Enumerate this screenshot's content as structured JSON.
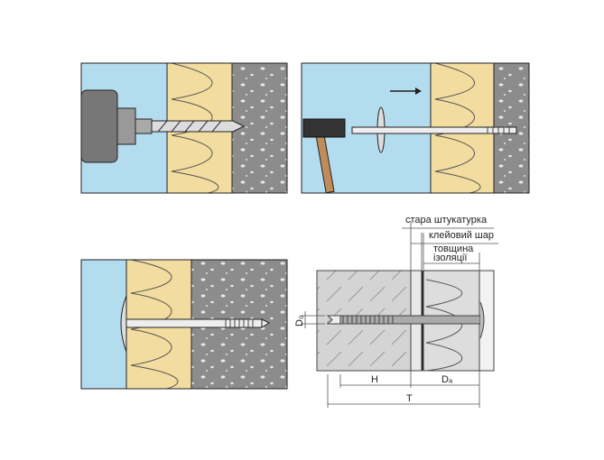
{
  "labels": {
    "old_plaster": "стара штукатурка",
    "adhesive_layer": "клейовий шар",
    "insulation_thickness_1": "товщина",
    "insulation_thickness_2": "ізоляції",
    "H": "H",
    "Da": "Dₐ",
    "T": "T",
    "D0": "D₀"
  },
  "colors": {
    "sky": "#b4dcef",
    "insulation": "#f3dc9f",
    "concrete": "#8a8a8a",
    "outline": "#222222"
  }
}
